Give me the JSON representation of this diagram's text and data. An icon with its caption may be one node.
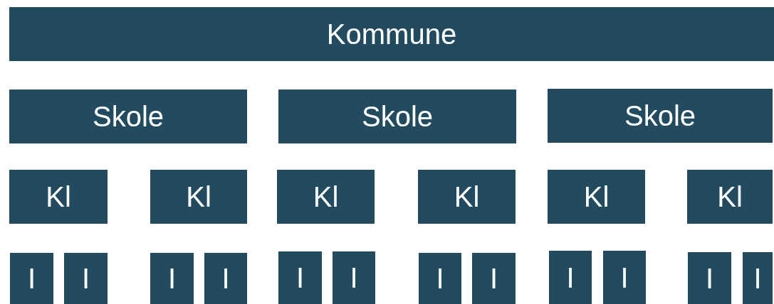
{
  "diagram": {
    "nodes": [
      {
        "text": [
          "Kommune"
        ]
      },
      {
        "text": [
          "Skole"
        ]
      },
      {
        "text": [
          "Skole"
        ]
      },
      {
        "text": [
          "Skole"
        ]
      },
      {
        "text": [
          "Kl"
        ]
      },
      {
        "text": [
          "Kl"
        ]
      },
      {
        "text": [
          "Kl"
        ]
      },
      {
        "text": [
          "Kl"
        ]
      },
      {
        "text": [
          "Kl"
        ]
      },
      {
        "text": [
          "Kl"
        ]
      },
      {
        "text": [
          "I"
        ]
      },
      {
        "text": [
          "I"
        ]
      },
      {
        "text": [
          "I"
        ]
      },
      {
        "text": [
          "I"
        ]
      },
      {
        "text": [
          "I"
        ]
      },
      {
        "text": [
          "I"
        ]
      },
      {
        "text": [
          "I"
        ]
      },
      {
        "text": [
          "I"
        ]
      },
      {
        "text": [
          "I"
        ]
      },
      {
        "text": [
          "I"
        ]
      },
      {
        "text": [
          "I"
        ]
      },
      {
        "text": [
          "I"
        ]
      }
    ]
  }
}
